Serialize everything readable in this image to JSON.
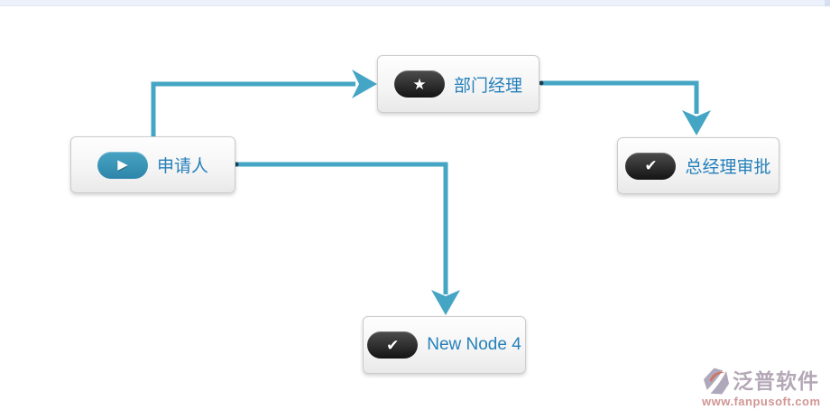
{
  "page": {
    "topbar_color": "#edf1fb",
    "topbar_scroll_strip_color": "#d7dff2",
    "background": "#ffffff"
  },
  "colors": {
    "connector": "#45a5c4",
    "connector_endpoint_dot": "#1f4055",
    "node_label_text": "#2580bb",
    "node_border": "#cccccc",
    "dark_pill": "#141414",
    "play_pill": "#2d86a9"
  },
  "icons": {
    "play": "▶",
    "star": "★",
    "check": "✔"
  },
  "nodes": [
    {
      "id": "applicant",
      "label": "申请人",
      "icon": "play-icon"
    },
    {
      "id": "dept",
      "label": "部门经理",
      "icon": "star-icon"
    },
    {
      "id": "gm",
      "label": "总经理审批",
      "icon": "check-icon"
    },
    {
      "id": "new4",
      "label": "New Node 4",
      "icon": "check-icon"
    }
  ],
  "connectors": [
    {
      "from": "applicant",
      "to": "dept"
    },
    {
      "from": "dept",
      "to": "gm"
    },
    {
      "from": "applicant",
      "to": "new4"
    }
  ],
  "watermark": {
    "title": "泛普软件",
    "url": "www.fanpusoft.com"
  }
}
